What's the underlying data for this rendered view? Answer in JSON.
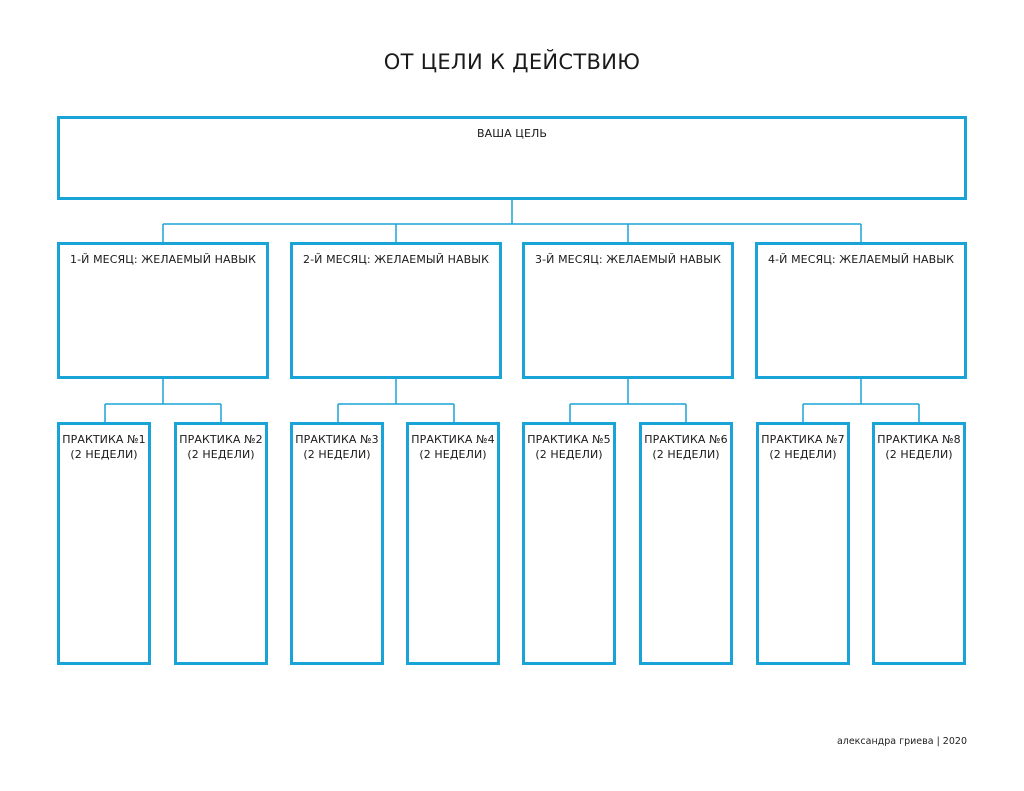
{
  "title": "ОТ ЦЕЛИ К ДЕЙСТВИЮ",
  "goal": {
    "label": "ВАША ЦЕЛЬ"
  },
  "months": [
    {
      "label": "1-Й МЕСЯЦ: ЖЕЛАЕМЫЙ НАВЫК"
    },
    {
      "label": "2-Й МЕСЯЦ: ЖЕЛАЕМЫЙ НАВЫК"
    },
    {
      "label": "3-Й МЕСЯЦ: ЖЕЛАЕМЫЙ НАВЫК"
    },
    {
      "label": "4-Й МЕСЯЦ: ЖЕЛАЕМЫЙ НАВЫК"
    }
  ],
  "practices": [
    {
      "label": "ПРАКТИКА №1",
      "duration": "(2 НЕДЕЛИ)"
    },
    {
      "label": "ПРАКТИКА №2",
      "duration": "(2 НЕДЕЛИ)"
    },
    {
      "label": "ПРАКТИКА №3",
      "duration": "(2 НЕДЕЛИ)"
    },
    {
      "label": "ПРАКТИКА №4",
      "duration": "(2 НЕДЕЛИ)"
    },
    {
      "label": "ПРАКТИКА №5",
      "duration": "(2 НЕДЕЛИ)"
    },
    {
      "label": "ПРАКТИКА №6",
      "duration": "(2 НЕДЕЛИ)"
    },
    {
      "label": "ПРАКТИКА №7",
      "duration": "(2 НЕДЕЛИ)"
    },
    {
      "label": "ПРАКТИКА №8",
      "duration": "(2 НЕДЕЛИ)"
    }
  ],
  "credit": "александра гриева | 2020",
  "colors": {
    "accent": "#1aa3d6",
    "text": "#1a1a1a",
    "background": "#ffffff"
  }
}
